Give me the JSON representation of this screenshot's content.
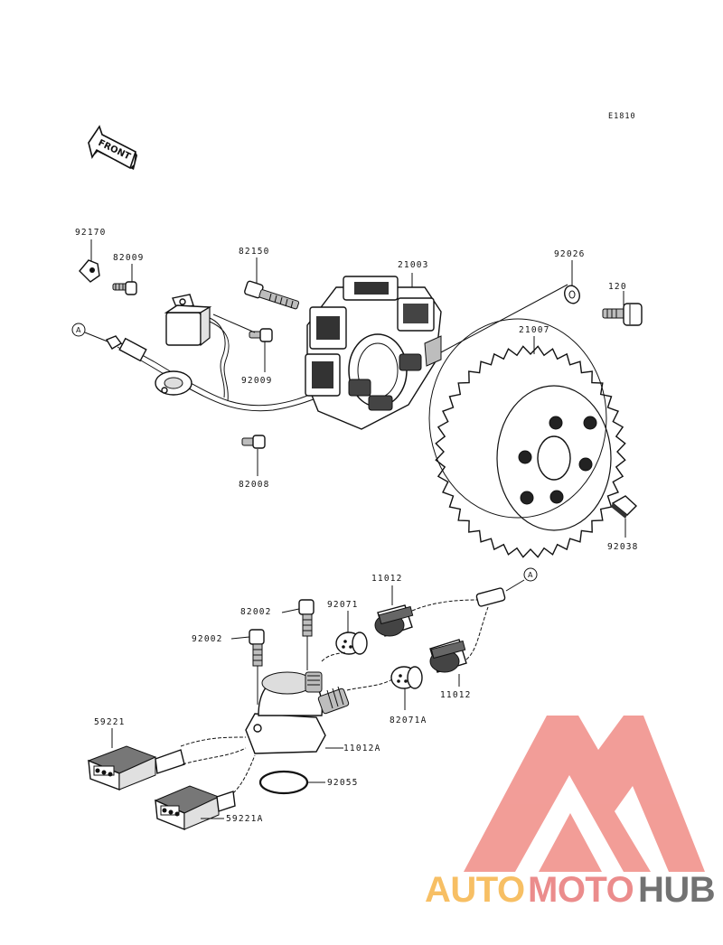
{
  "diagram_code": "E1810",
  "front_label": "FRONT",
  "ref_marker": "A",
  "labels": {
    "p92170": "92170",
    "p82009": "82009",
    "p82150": "82150",
    "p21003": "21003",
    "p92026": "92026",
    "p120": "120",
    "p21007": "21007",
    "p92009": "92009",
    "p82008": "82008",
    "p92038": "92038",
    "p11012_top": "11012",
    "p82002_top": "82002",
    "p92071": "92071",
    "p92002": "92002",
    "p11012_bottom": "11012",
    "p82071A": "82071A",
    "p59221": "59221",
    "p11012A": "11012A",
    "p92055": "92055",
    "p59221A": "59221A"
  },
  "watermark": {
    "part1": "AUTO",
    "part2": "MOTO",
    "part3": "HUB",
    "color1": "#f6b54a",
    "color2": "#e87878",
    "color3": "#5a5a5a",
    "triangle_color": "#f08c86"
  }
}
